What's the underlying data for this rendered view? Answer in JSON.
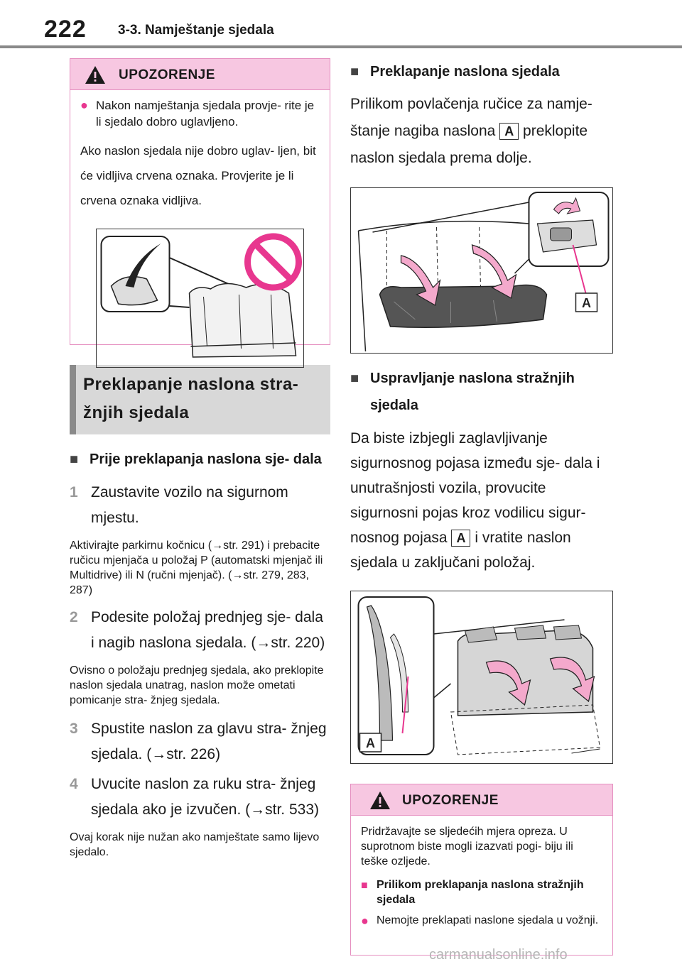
{
  "header": {
    "page_number": "222",
    "section": "3-3. Namještanje sjedala"
  },
  "left": {
    "warning": {
      "title": "UPOZORENJE",
      "bullet": "Nakon namještanja sjedala provje- rite je li sjedalo dobro uglavljeno.",
      "para": "Ako naslon sjedala nije dobro uglav- ljen, bit će vidljiva crvena oznaka. Provjerite je li crvena oznaka vidljiva."
    },
    "heading": "Preklapanje naslona stra- žnjih sjedala",
    "subhead": "Prije preklapanja naslona sje- dala",
    "steps": [
      {
        "num": "1",
        "text": "Zaustavite vozilo na sigurnom mjestu.",
        "note": "Aktivirajte parkirnu kočnicu (→str. 291) i prebacite ručicu mjenjača u položaj P (automatski mjenjač ili Multidrive) ili N (ručni mjenjač). (→str. 279, 283, 287)"
      },
      {
        "num": "2",
        "text": "Podesite položaj prednjeg sje- dala i nagib naslona sjedala. (→str. 220)",
        "note": "Ovisno o položaju prednjeg sjedala, ako preklopite naslon sjedala unatrag, naslon može ometati pomicanje stra- žnjeg sjedala."
      },
      {
        "num": "3",
        "text": "Spustite naslon za glavu stra- žnjeg sjedala. (→str. 226)",
        "note": ""
      },
      {
        "num": "4",
        "text": "Uvucite naslon za ruku stra- žnjeg sjedala ako je izvučen. (→str. 533)",
        "note": "Ovaj korak nije nužan ako namještate samo lijevo sjedalo."
      }
    ]
  },
  "right": {
    "sub1": "Preklapanje naslona sjedala",
    "p1_before": "Prilikom povlačenja ručice za namje- štanje nagiba naslona",
    "p1_after": "preklopite naslon sjedala prema dolje.",
    "label_a": "A",
    "sub2": "Uspravljanje naslona stražnjih sjedala",
    "p2_before": "Da biste izbjegli zaglavljivanje sigurnosnog pojasa između sje- dala i unutrašnjosti vozila, provucite sigurnosni pojas kroz vodilicu sigur- nosnog pojasa",
    "p2_after": "i vratite naslon sjedala u zaključani položaj.",
    "warning": {
      "title": "UPOZORENJE",
      "para": "Pridržavajte se sljedećih mjera opreza. U suprotnom biste mogli izazvati pogi- biju ili teške ozljede.",
      "sub": "Prilikom preklapanja naslona stražnjih sjedala",
      "bullet": "Nemojte preklapati naslone sjedala u vožnji."
    }
  },
  "colors": {
    "pink_border": "#e58fc0",
    "pink_fill": "#f7c7e1",
    "accent": "#e8378f",
    "gray_heading": "#d8d8d8"
  },
  "footer": {
    "watermark": "carmanualsonline.info"
  }
}
